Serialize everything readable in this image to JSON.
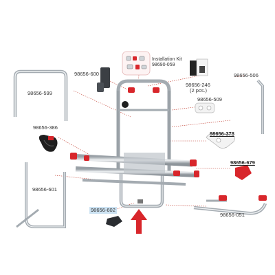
{
  "labels": {
    "installation_kit_title": "Installation Kit",
    "installation_kit_code": "98690-059",
    "p599": "98656-599",
    "p600": "98656-600",
    "p246": "98656-246",
    "p246_note": "(2 pcs.)",
    "p506": "98656-506",
    "p509": "98656-509",
    "p386": "98656-386",
    "p378": "98656-378",
    "p679": "98656-679",
    "p601": "98656-601",
    "p602": "98656-602",
    "p051": "98656-051"
  },
  "colors": {
    "accent_red": "#d8262b",
    "aluminium": "#c9ced3",
    "aluminium_dark": "#8f969c",
    "leader_red": "#c0392b",
    "highlight": "#cde3f3"
  }
}
